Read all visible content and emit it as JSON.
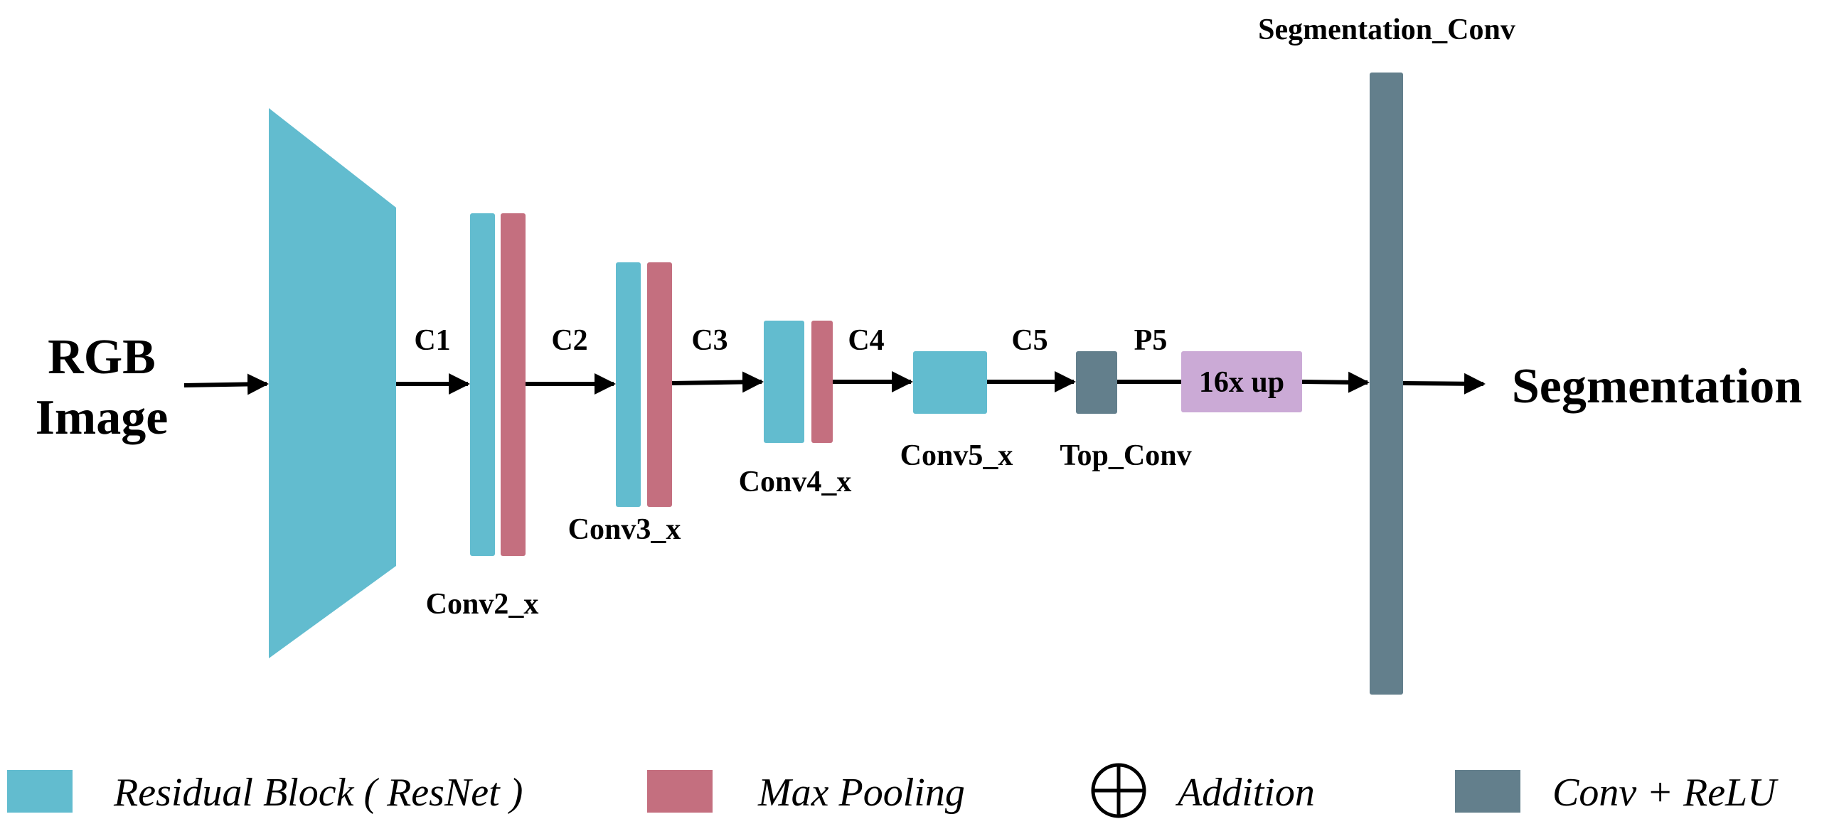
{
  "colors": {
    "residual": "#62BCCF",
    "pooling": "#C46F7F",
    "conv_relu": "#637F8C",
    "upsample": "#CBAAD6",
    "arrow": "#000000"
  },
  "input_label": {
    "line1": "RGB",
    "line2": "Image"
  },
  "output_label": "Segmentation",
  "connections": {
    "c1": "C1",
    "c2": "C2",
    "c3": "C3",
    "c4": "C4",
    "c5": "C5",
    "p5": "P5"
  },
  "blocks": {
    "conv2": "Conv2_x",
    "conv3": "Conv3_x",
    "conv4": "Conv4_x",
    "conv5": "Conv5_x",
    "top_conv": "Top_Conv",
    "upsample": "16x up",
    "seg_conv": "Segmentation_Conv"
  },
  "legend": [
    {
      "label": "Residual Block ( ResNet )",
      "swatch": "residual"
    },
    {
      "label": "Max Pooling",
      "swatch": "pooling"
    },
    {
      "label": "Addition",
      "swatch": "addition-icon"
    },
    {
      "label": "Conv + ReLU",
      "swatch": "conv_relu"
    }
  ]
}
